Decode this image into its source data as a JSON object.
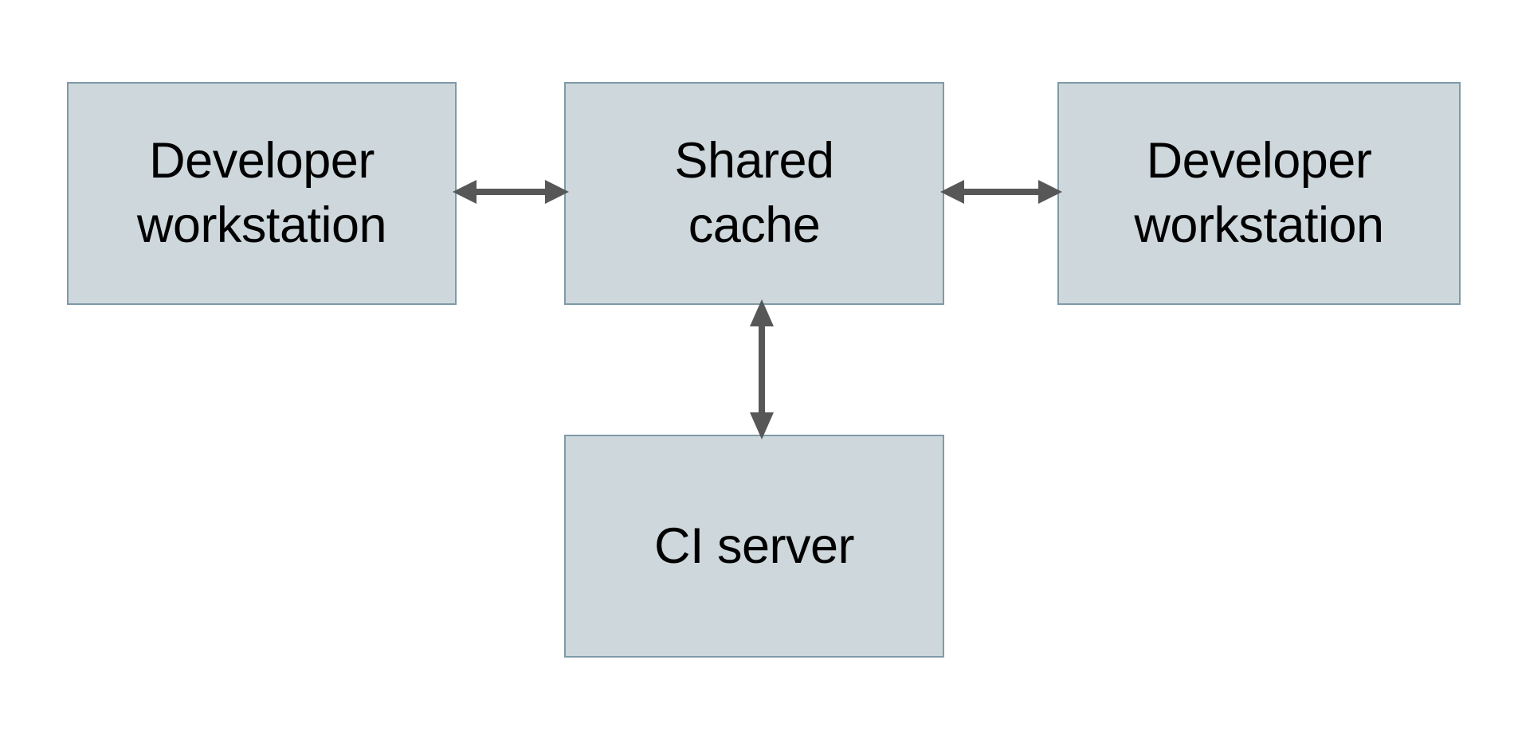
{
  "diagram": {
    "type": "architecture-block-diagram",
    "background_color": "#ffffff",
    "node_fill_color": "#ced8dc",
    "node_border_color": "#7f9aa8",
    "connector_color": "#575757",
    "text_color": "#000000",
    "nodes": [
      {
        "id": "developer-workstation-left",
        "label": "Developer\nworkstation"
      },
      {
        "id": "shared-cache",
        "label": "Shared\ncache"
      },
      {
        "id": "developer-workstation-right",
        "label": "Developer\nworkstation"
      },
      {
        "id": "ci-server",
        "label": "CI server"
      }
    ],
    "connectors": [
      {
        "id": "conn-left-dev-to-cache",
        "from": "developer-workstation-left",
        "to": "shared-cache",
        "direction": "bidirectional",
        "orientation": "horizontal",
        "label": ""
      },
      {
        "id": "conn-cache-to-right-dev",
        "from": "shared-cache",
        "to": "developer-workstation-right",
        "direction": "bidirectional",
        "orientation": "horizontal",
        "label": ""
      },
      {
        "id": "conn-cache-to-ci",
        "from": "shared-cache",
        "to": "ci-server",
        "direction": "bidirectional",
        "orientation": "vertical",
        "label": ""
      }
    ]
  }
}
